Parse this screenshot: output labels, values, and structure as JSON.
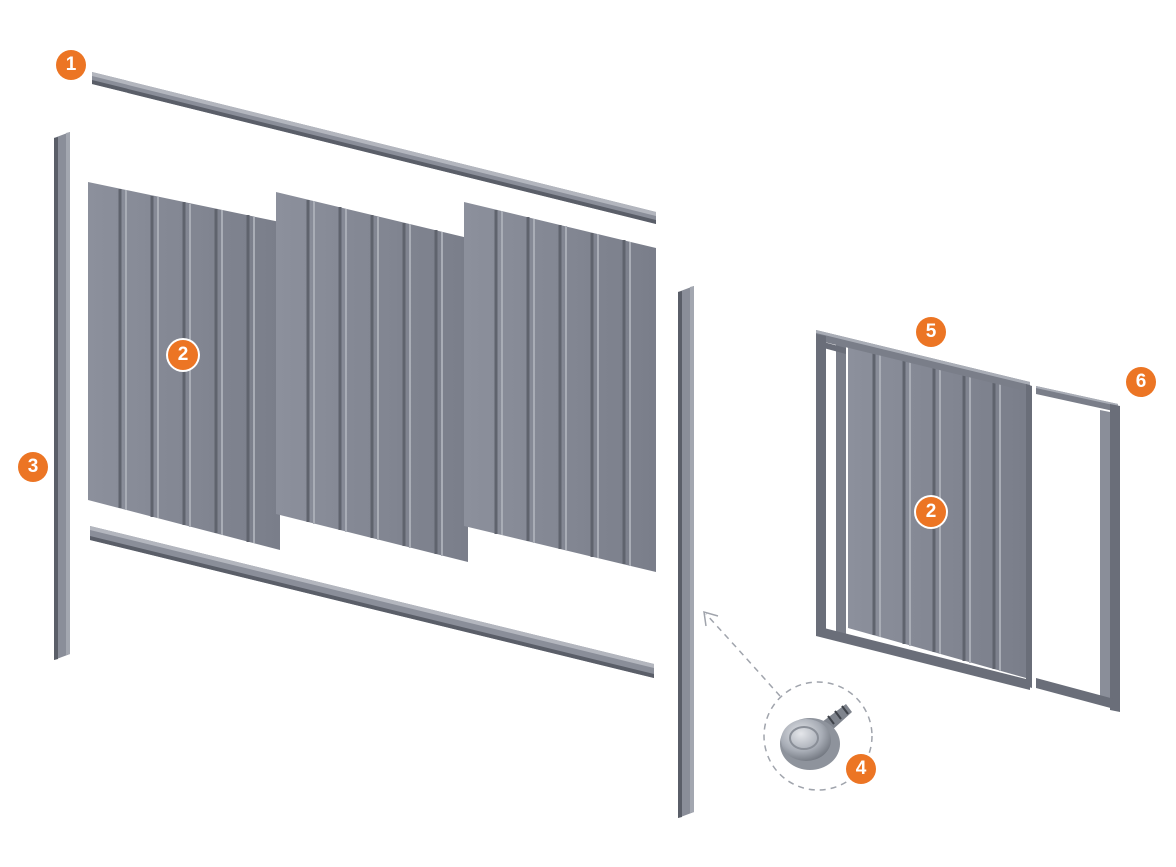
{
  "colors": {
    "accent": "#EC7524",
    "panel": "#858A96",
    "panel_dark": "#666B77",
    "rail": "#7D818D",
    "rail_dark": "#555963",
    "background": "#FFFFFF"
  },
  "callouts": [
    {
      "id": "top-rail",
      "label": "1"
    },
    {
      "id": "fence-panels",
      "label": "2"
    },
    {
      "id": "post",
      "label": "3"
    },
    {
      "id": "screw",
      "label": "4"
    },
    {
      "id": "gate-frame",
      "label": "5"
    },
    {
      "id": "gate-door-frame",
      "label": "6"
    },
    {
      "id": "gate-panel",
      "label": "2"
    }
  ]
}
